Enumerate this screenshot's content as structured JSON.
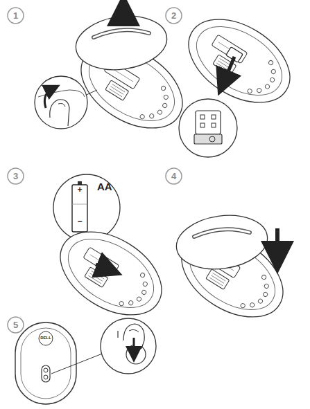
{
  "diagram": {
    "nodes": [
      {
        "text": [
          "1"
        ]
      },
      {
        "text": [
          "2"
        ]
      },
      {
        "text": [
          "3"
        ]
      },
      {
        "text": [
          "4"
        ]
      },
      {
        "text": [
          "5"
        ]
      }
    ],
    "labels": [
      "AA",
      "+",
      "−",
      "DELL"
    ]
  }
}
